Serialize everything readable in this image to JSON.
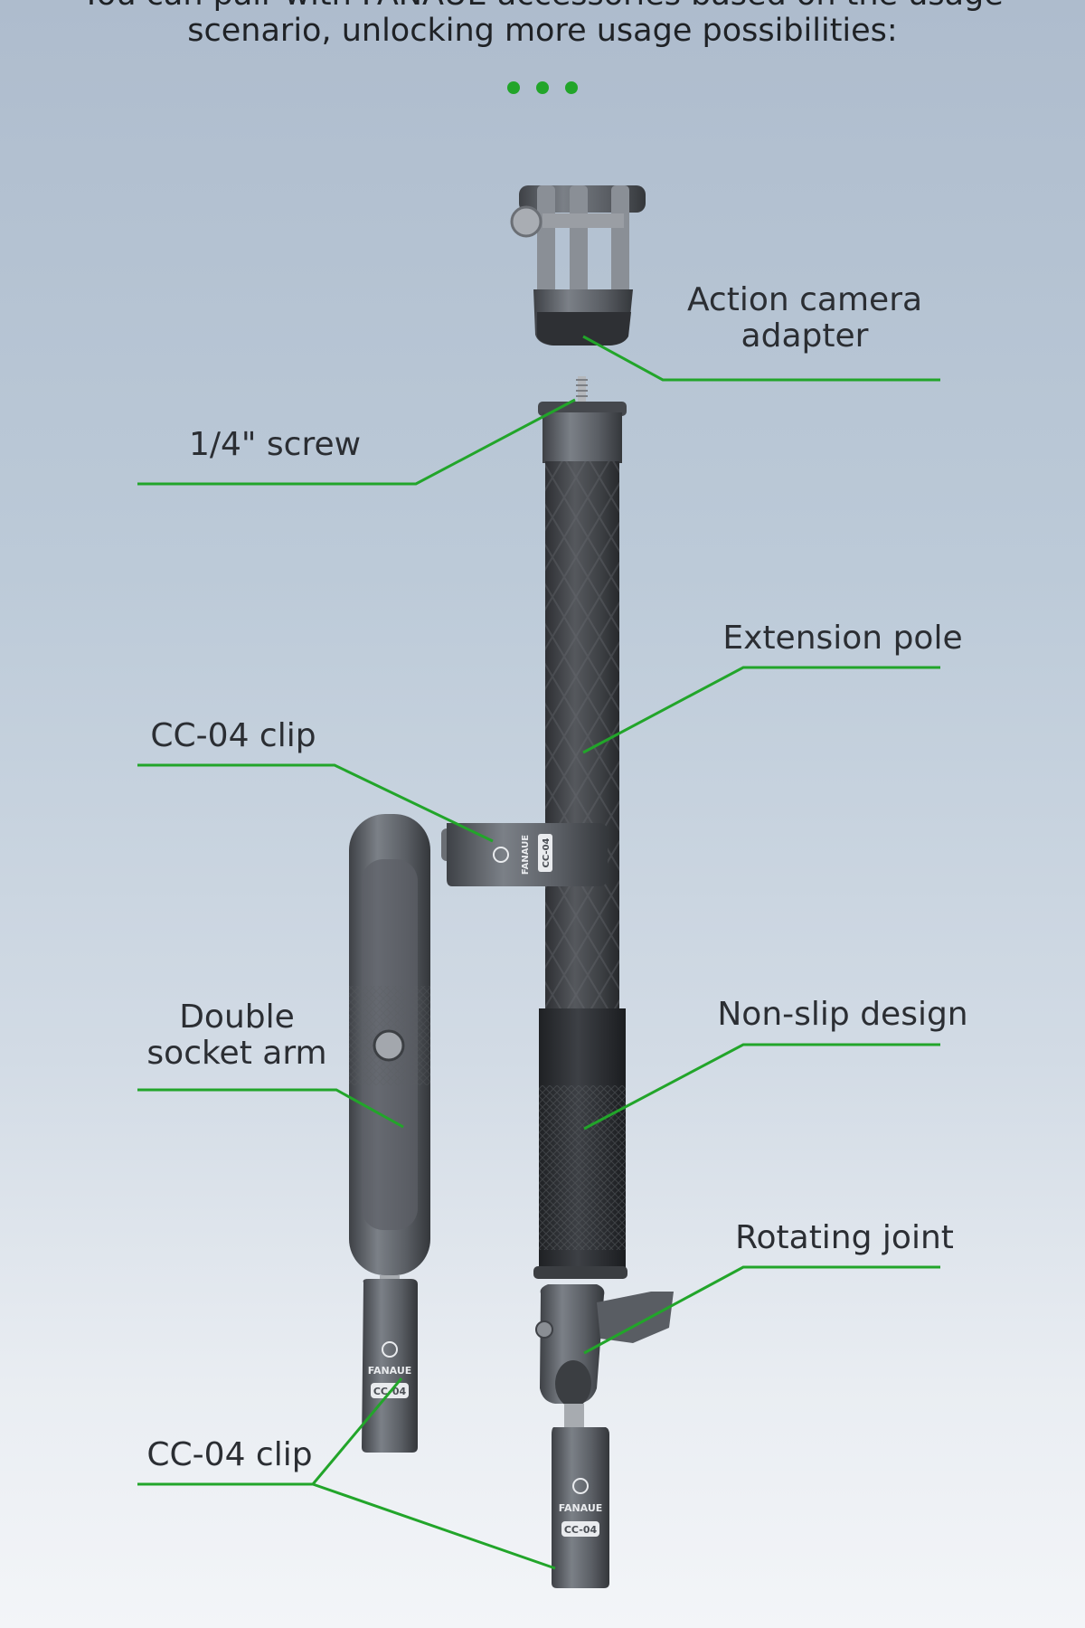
{
  "intro": {
    "line1": "You can pair with FANAUE accessories based on the usage",
    "line2": "scenario, unlocking more usage possibilities:"
  },
  "pagination": {
    "dots": 3,
    "color": "#22a52a"
  },
  "labels": {
    "action_camera_adapter": {
      "line1": "Action camera",
      "line2": "adapter"
    },
    "screw": "1/4\" screw",
    "extension_pole": "Extension pole",
    "cc04_clip_top": "CC-04 clip",
    "double_socket_arm": {
      "line1": "Double",
      "line2": "socket arm"
    },
    "non_slip_design": "Non-slip design",
    "rotating_joint": "Rotating joint",
    "cc04_clip_bottom": "CC-04 clip"
  },
  "product": {
    "brand": "FANAUE",
    "model": "CC-04"
  },
  "colors": {
    "leader_line": "#22a52a",
    "metal": "#5d6167",
    "carbon": "#3f4247"
  }
}
